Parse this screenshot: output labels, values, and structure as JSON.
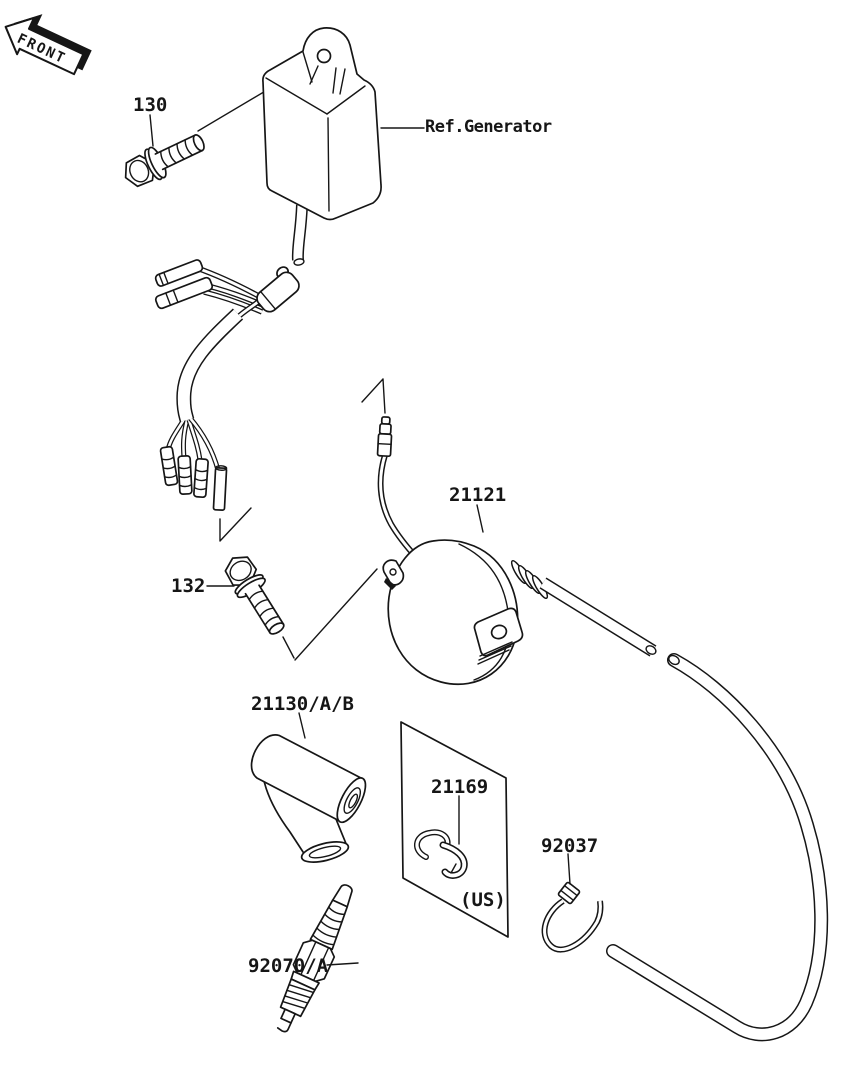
{
  "page": {
    "background": "#ffffff",
    "ink": "#161616"
  },
  "front_badge": {
    "label": "FRONT"
  },
  "callouts": {
    "bolt_130": "130",
    "ref_generator": "Ref.Generator",
    "ignition_coil": "21121",
    "bolt_132": "132",
    "plug_cap": "21130/A/B",
    "clip": "21169",
    "us_marker": "(US)",
    "cable_tie": "92037",
    "spark_plug": "92070/A"
  }
}
